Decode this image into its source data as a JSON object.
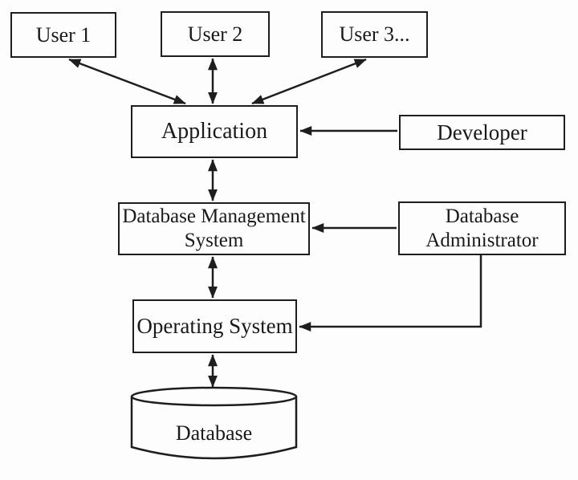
{
  "diagram": {
    "description": "Database system architecture diagram",
    "colors": {
      "background": "#fdfdfd",
      "line": "#1e1e1e",
      "text": "#1a1a1a",
      "node_fill": "#fdfdfd"
    },
    "nodes": {
      "user1": {
        "label": "User 1",
        "shape": "rectangle"
      },
      "user2": {
        "label": "User 2",
        "shape": "rectangle"
      },
      "user3": {
        "label": "User 3...",
        "shape": "rectangle"
      },
      "application": {
        "label": "Application",
        "shape": "rectangle"
      },
      "developer": {
        "label": "Developer",
        "shape": "rectangle"
      },
      "dbms": {
        "line1": "Database Management",
        "line2": "System",
        "shape": "rectangle"
      },
      "dba": {
        "line1": "Database",
        "line2": "Administrator",
        "shape": "rectangle"
      },
      "os": {
        "label": "Operating System",
        "shape": "rectangle"
      },
      "database": {
        "label": "Database",
        "shape": "cylinder"
      }
    },
    "edges": [
      {
        "from": "user1",
        "to": "application",
        "type": "bidirectional"
      },
      {
        "from": "user2",
        "to": "application",
        "type": "bidirectional"
      },
      {
        "from": "user3",
        "to": "application",
        "type": "bidirectional"
      },
      {
        "from": "developer",
        "to": "application",
        "type": "one-way"
      },
      {
        "from": "application",
        "to": "dbms",
        "type": "bidirectional"
      },
      {
        "from": "dba",
        "to": "dbms",
        "type": "one-way"
      },
      {
        "from": "dbms",
        "to": "os",
        "type": "bidirectional"
      },
      {
        "from": "dba",
        "to": "os",
        "type": "one-way-elbow"
      },
      {
        "from": "os",
        "to": "database",
        "type": "bidirectional"
      }
    ]
  }
}
